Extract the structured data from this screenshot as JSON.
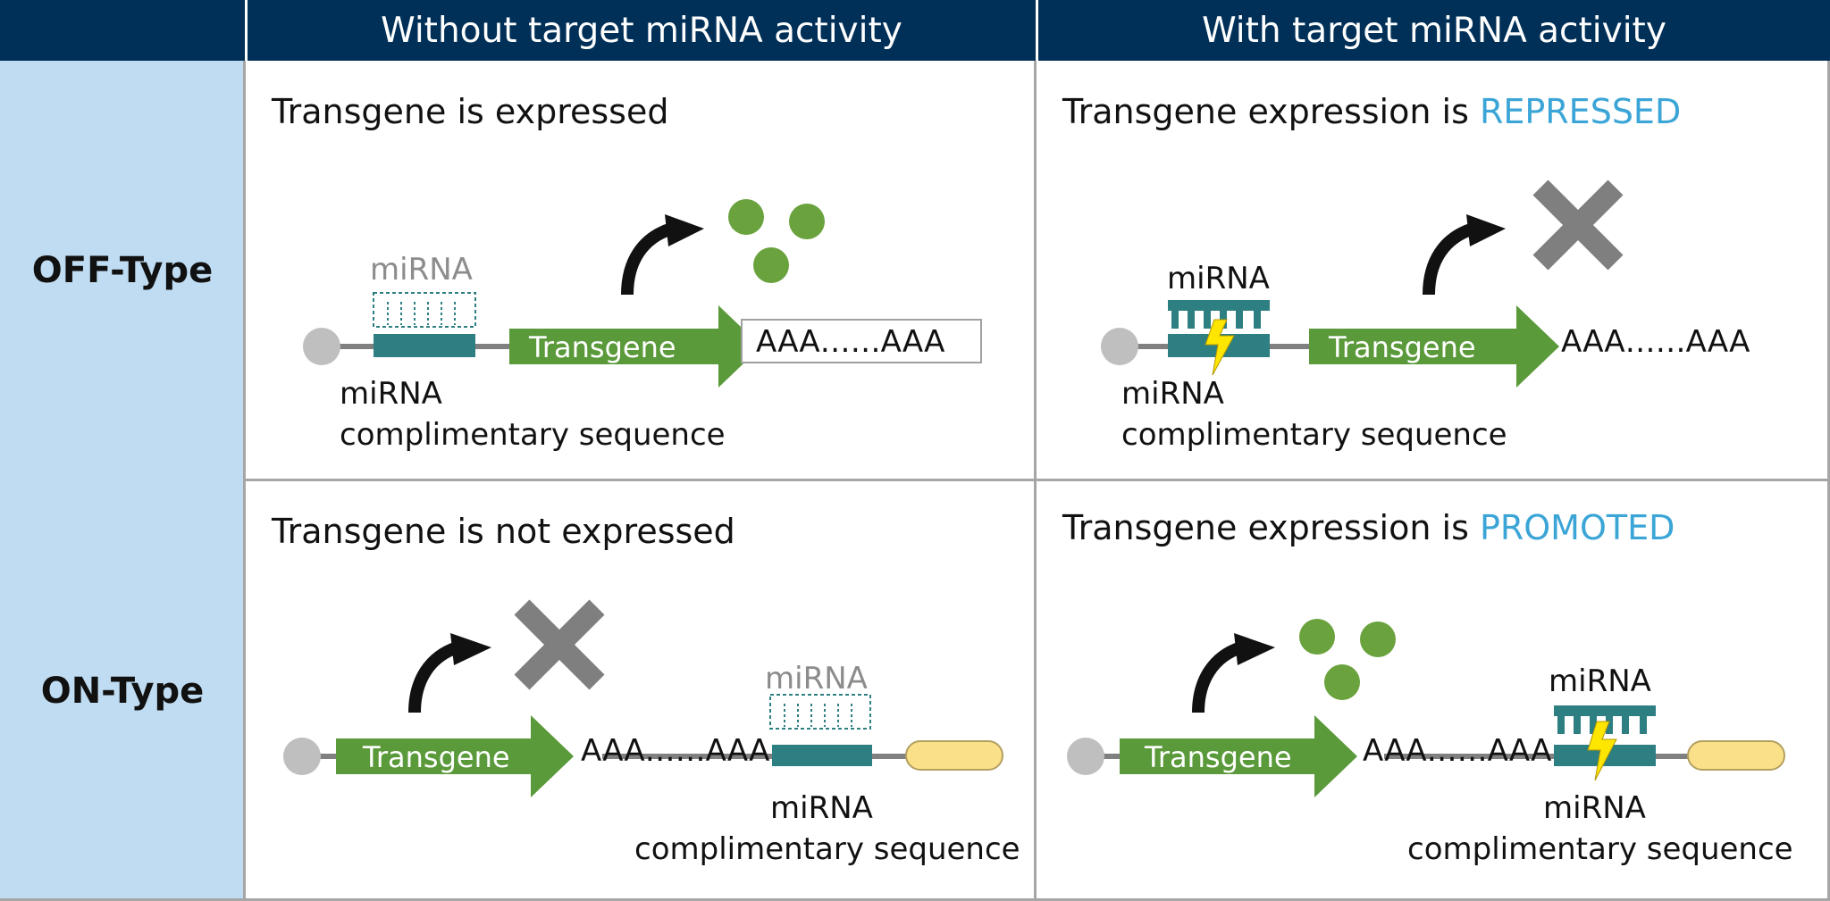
{
  "header": {
    "corner": "",
    "col_without": "Without target miRNA activity",
    "col_with": "With target miRNA activity"
  },
  "rows": {
    "off_type": "OFF-Type",
    "on_type": "ON-Type"
  },
  "cells": {
    "off_without": {
      "caption": "Transgene is expressed",
      "mirna": "miRNA",
      "transgene": "Transgene",
      "polya": "AAA……AAA",
      "site_line1": "miRNA",
      "site_line2": "complimentary sequence"
    },
    "off_with": {
      "caption_prefix": "Transgene expression is ",
      "caption_emphasis": "REPRESSED",
      "mirna": "miRNA",
      "transgene": "Transgene",
      "polya": "AAA……AAA",
      "site_line1": "miRNA",
      "site_line2": "complimentary sequence"
    },
    "on_without": {
      "caption": "Transgene is not expressed",
      "mirna": "miRNA",
      "transgene": "Transgene",
      "polya": "AAA……AAA",
      "site_line1": "miRNA",
      "site_line2": "complimentary sequence"
    },
    "on_with": {
      "caption_prefix": "Transgene expression is ",
      "caption_emphasis": "PROMOTED",
      "mirna": "miRNA",
      "transgene": "Transgene",
      "polya": "AAA……AAA",
      "site_line1": "miRNA",
      "site_line2": "complimentary sequence"
    }
  },
  "colors": {
    "header_bg": "#003058",
    "row_label_bg": "#bfdcf2",
    "transgene_green": "#5a9a3a",
    "protein_green": "#6aa23e",
    "mirna_teal": "#2e7f82",
    "emphasis_blue": "#3aa5d6",
    "cross_grey": "#7f7f7f",
    "lightning_yellow": "#ffe600",
    "terminal_yellow": "#fbe08a"
  },
  "icons": {
    "promoter": "grey-circle-icon",
    "arrow": "curved-arrow-icon",
    "protein": "green-dot-icon",
    "block": "cross-icon",
    "cleavage": "lightning-icon",
    "terminal": "yellow-capsule-icon"
  }
}
